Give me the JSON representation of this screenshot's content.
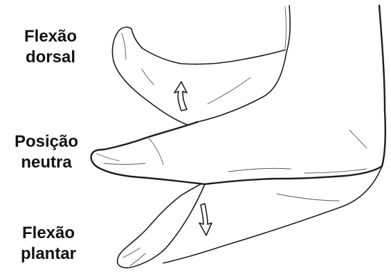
{
  "labels": {
    "dorsal": {
      "line1": "Flexão",
      "line2": "dorsal"
    },
    "neutral": {
      "line1": "Posição",
      "line2": "neutra"
    },
    "plantar": {
      "line1": "Flexão",
      "line2": "plantar"
    }
  },
  "icons": {
    "dorsal_arrow": "curved-arrow-up-icon",
    "plantar_arrow": "curved-arrow-down-icon"
  },
  "colors": {
    "ink": "#1c1c1c",
    "background": "#ffffff"
  }
}
